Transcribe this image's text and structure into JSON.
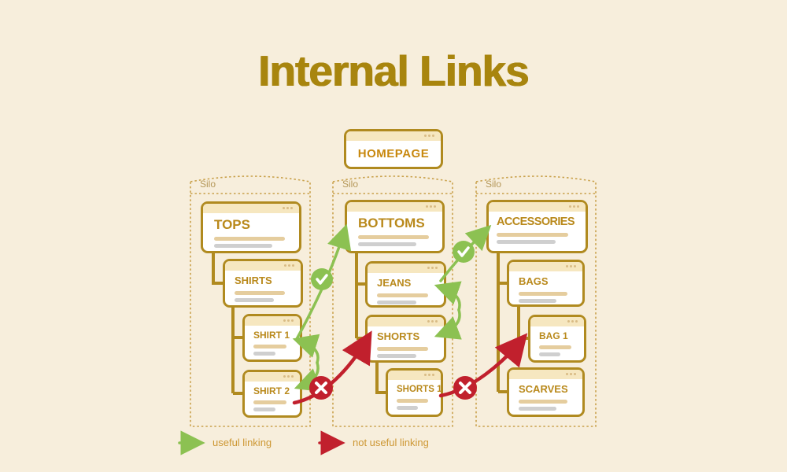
{
  "title": "Internal Links",
  "homepage": {
    "label": "HOMEPAGE"
  },
  "silos": [
    {
      "label": "Silo",
      "pages": [
        {
          "label": "TOPS"
        },
        {
          "label": "SHIRTS"
        },
        {
          "label": "SHIRT 1"
        },
        {
          "label": "SHIRT 2"
        }
      ]
    },
    {
      "label": "Silo",
      "pages": [
        {
          "label": "BOTTOMS"
        },
        {
          "label": "JEANS"
        },
        {
          "label": "SHORTS"
        },
        {
          "label": "SHORTS 1"
        }
      ]
    },
    {
      "label": "Silo",
      "pages": [
        {
          "label": "ACCESSORIES"
        },
        {
          "label": "BAGS"
        },
        {
          "label": "BAG 1"
        },
        {
          "label": "SCARVES"
        }
      ]
    }
  ],
  "legend": {
    "useful": "useful linking",
    "not_useful": "not useful linking"
  },
  "icons": [
    {
      "name": "check-icon",
      "meaning": "useful link badge"
    },
    {
      "name": "cross-icon",
      "meaning": "not useful link badge"
    },
    {
      "name": "window-dots-icon",
      "meaning": "browser window dots"
    }
  ],
  "colors": {
    "background": "#F7EEDC",
    "gold_border": "#B08A1F",
    "gold_text": "#B9891B",
    "title_text": "#A8850E",
    "silo_dash": "#C9A14B",
    "silo_label": "#B49758",
    "useful_green": "#8CC152",
    "not_useful_red": "#C1202D",
    "placeholder_tan": "#E5CD9E",
    "placeholder_gray": "#CFCFCF",
    "header_strip": "#F6E7C0",
    "legend_text": "#CD9733"
  }
}
